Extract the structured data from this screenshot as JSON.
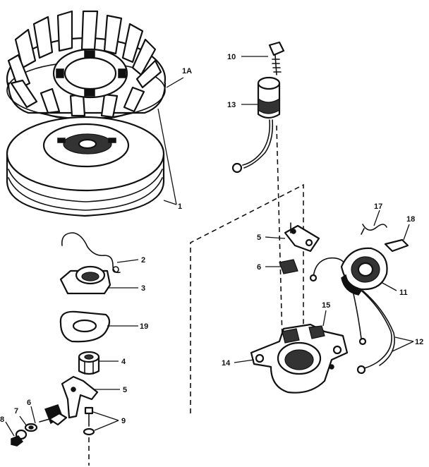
{
  "callouts": {
    "c_1a": "1A",
    "c_1": "1",
    "c_2": "2",
    "c_3": "3",
    "c_19": "19",
    "c_4": "4",
    "c_5_lower": "5",
    "c_9": "9",
    "c_8": "8",
    "c_7": "7",
    "c_6_lower": "6",
    "c_10": "10",
    "c_13": "13",
    "c_5_upper": "5",
    "c_6_upper": "6",
    "c_17": "17",
    "c_18": "18",
    "c_11": "11",
    "c_15": "15",
    "c_14": "14",
    "c_12": "12"
  }
}
